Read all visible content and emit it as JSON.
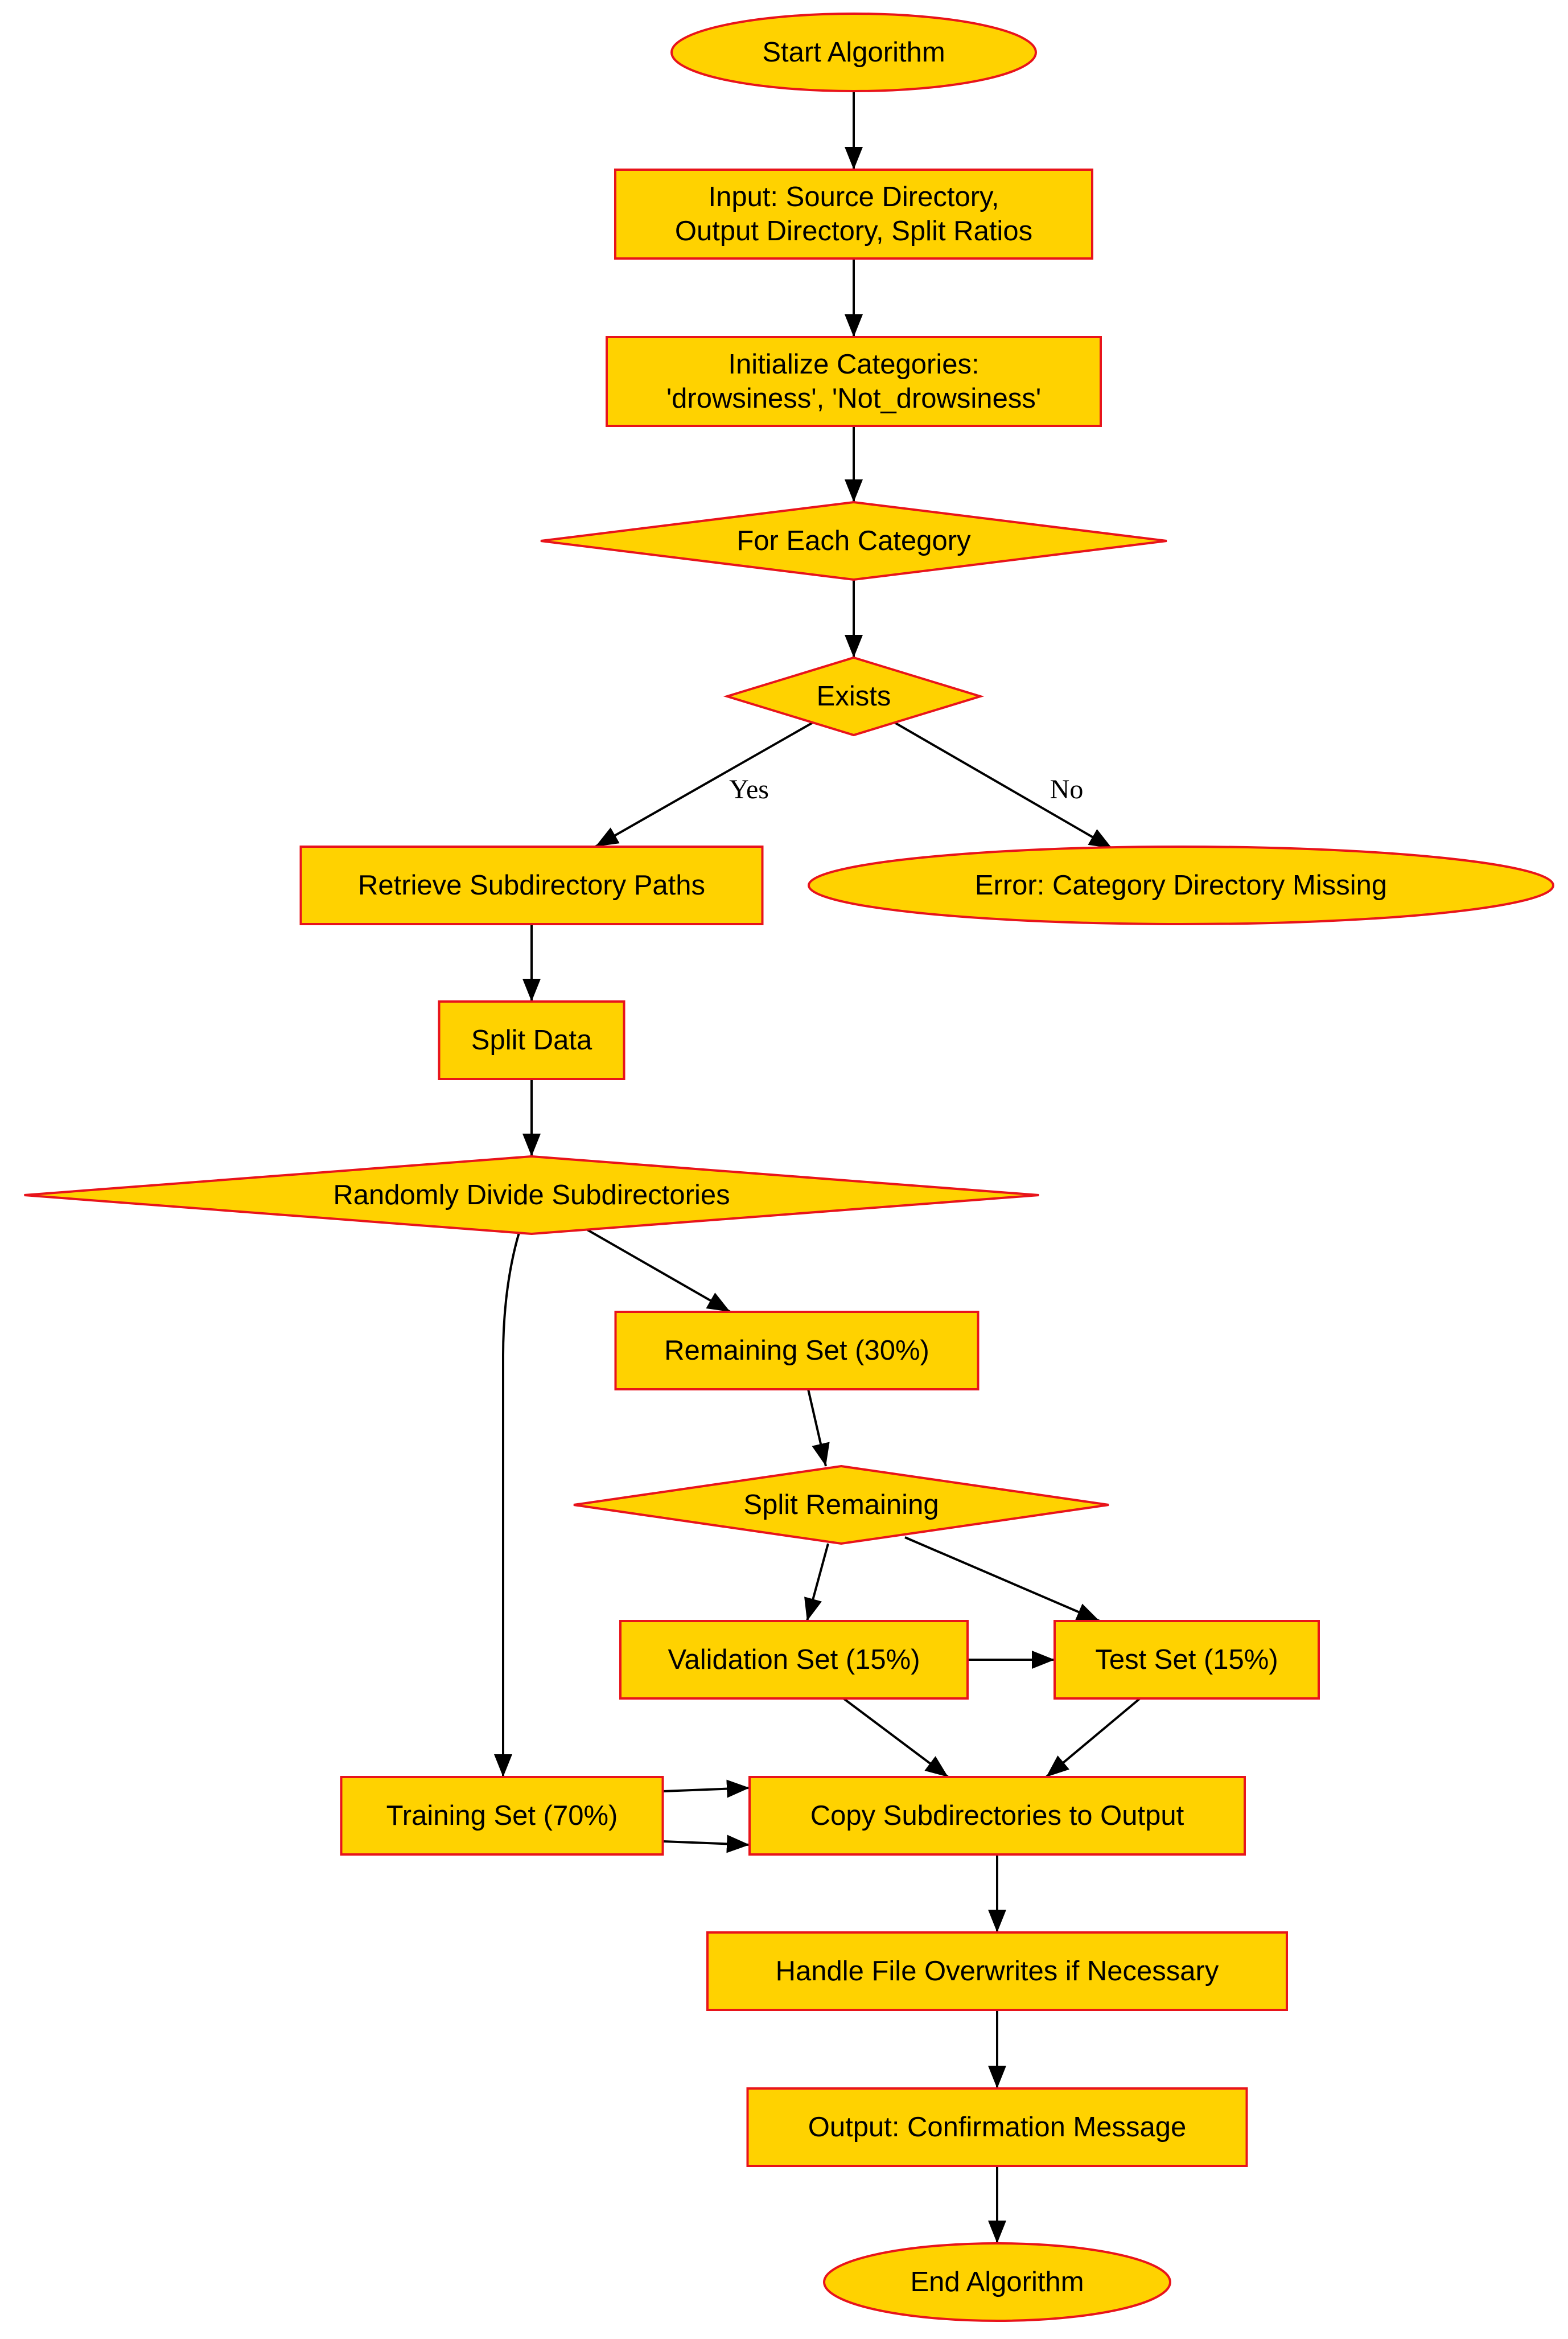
{
  "colors": {
    "node_fill": "#ffd200",
    "node_stroke": "#e8141b",
    "edge": "#000000"
  },
  "nodes": {
    "start": {
      "shape": "ellipse",
      "lines": [
        "Start Algorithm"
      ]
    },
    "input": {
      "shape": "rect",
      "lines": [
        "Input: Source Directory,",
        "Output Directory, Split Ratios"
      ]
    },
    "init": {
      "shape": "rect",
      "lines": [
        "Initialize Categories:",
        "'drowsiness', 'Not_drowsiness'"
      ]
    },
    "for_each": {
      "shape": "diamond",
      "lines": [
        "For Each Category"
      ]
    },
    "exists": {
      "shape": "diamond",
      "lines": [
        "Exists"
      ]
    },
    "retrieve": {
      "shape": "rect",
      "lines": [
        "Retrieve Subdirectory Paths"
      ]
    },
    "error": {
      "shape": "ellipse",
      "lines": [
        "Error: Category Directory Missing"
      ]
    },
    "split_data": {
      "shape": "rect",
      "lines": [
        "Split Data"
      ]
    },
    "divide": {
      "shape": "diamond",
      "lines": [
        "Randomly Divide Subdirectories"
      ]
    },
    "remaining": {
      "shape": "rect",
      "lines": [
        "Remaining Set (30%)"
      ]
    },
    "split_remaining": {
      "shape": "diamond",
      "lines": [
        "Split Remaining"
      ]
    },
    "validation": {
      "shape": "rect",
      "lines": [
        "Validation Set (15%)"
      ]
    },
    "test": {
      "shape": "rect",
      "lines": [
        "Test Set (15%)"
      ]
    },
    "training": {
      "shape": "rect",
      "lines": [
        "Training Set (70%)"
      ]
    },
    "copy": {
      "shape": "rect",
      "lines": [
        "Copy Subdirectories to Output"
      ]
    },
    "overwrite": {
      "shape": "rect",
      "lines": [
        "Handle File Overwrites if Necessary"
      ]
    },
    "confirm": {
      "shape": "rect",
      "lines": [
        "Output: Confirmation Message"
      ]
    },
    "end": {
      "shape": "ellipse",
      "lines": [
        "End Algorithm"
      ]
    }
  },
  "edges": [
    {
      "from": "start",
      "to": "input",
      "label": ""
    },
    {
      "from": "input",
      "to": "init",
      "label": ""
    },
    {
      "from": "init",
      "to": "for_each",
      "label": ""
    },
    {
      "from": "for_each",
      "to": "exists",
      "label": ""
    },
    {
      "from": "exists",
      "to": "retrieve",
      "label": "Yes"
    },
    {
      "from": "exists",
      "to": "error",
      "label": "No"
    },
    {
      "from": "retrieve",
      "to": "split_data",
      "label": ""
    },
    {
      "from": "split_data",
      "to": "divide",
      "label": ""
    },
    {
      "from": "divide",
      "to": "remaining",
      "label": ""
    },
    {
      "from": "divide",
      "to": "training",
      "label": ""
    },
    {
      "from": "remaining",
      "to": "split_remaining",
      "label": ""
    },
    {
      "from": "split_remaining",
      "to": "validation",
      "label": ""
    },
    {
      "from": "split_remaining",
      "to": "test",
      "label": ""
    },
    {
      "from": "validation",
      "to": "test",
      "label": ""
    },
    {
      "from": "validation",
      "to": "copy",
      "label": ""
    },
    {
      "from": "test",
      "to": "copy",
      "label": ""
    },
    {
      "from": "training",
      "to": "copy",
      "label": ""
    },
    {
      "from": "training",
      "to": "copy",
      "label": ""
    },
    {
      "from": "copy",
      "to": "overwrite",
      "label": ""
    },
    {
      "from": "overwrite",
      "to": "confirm",
      "label": ""
    },
    {
      "from": "confirm",
      "to": "end",
      "label": ""
    }
  ]
}
